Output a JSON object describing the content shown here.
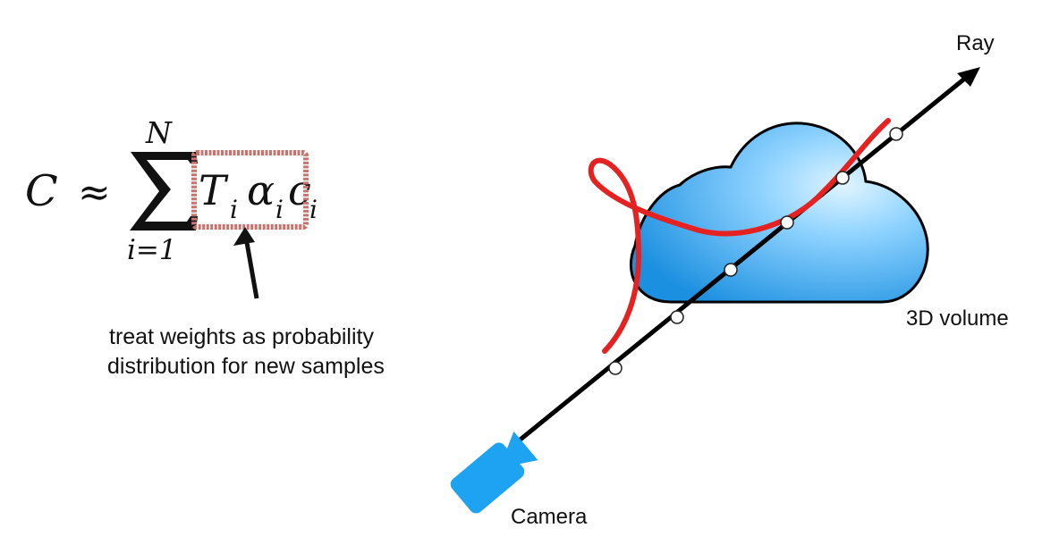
{
  "equation": {
    "lhs": "C",
    "approx": "≈",
    "sum_upper": "N",
    "sum_lower": "i=1",
    "term_T": "T",
    "sub_T": "i",
    "term_alpha": "α",
    "sub_alpha": "i",
    "term_c": "c",
    "sub_c": "i"
  },
  "annotation": {
    "line1": "treat weights as probability",
    "line2": "distribution for new samples"
  },
  "labels": {
    "ray": "Ray",
    "volume": "3D volume",
    "camera": "Camera"
  },
  "colors": {
    "highlight_box": "#c9736d",
    "cloud_light": "#8fd3ff",
    "cloud_dark": "#1b8fe0",
    "weight_curve": "#e52222",
    "ray": "#000000",
    "camera": "#1ea3f2",
    "sample_point": "#ffffff"
  },
  "icons": {
    "camera": "video-camera-icon",
    "cloud": "cloud-icon"
  }
}
